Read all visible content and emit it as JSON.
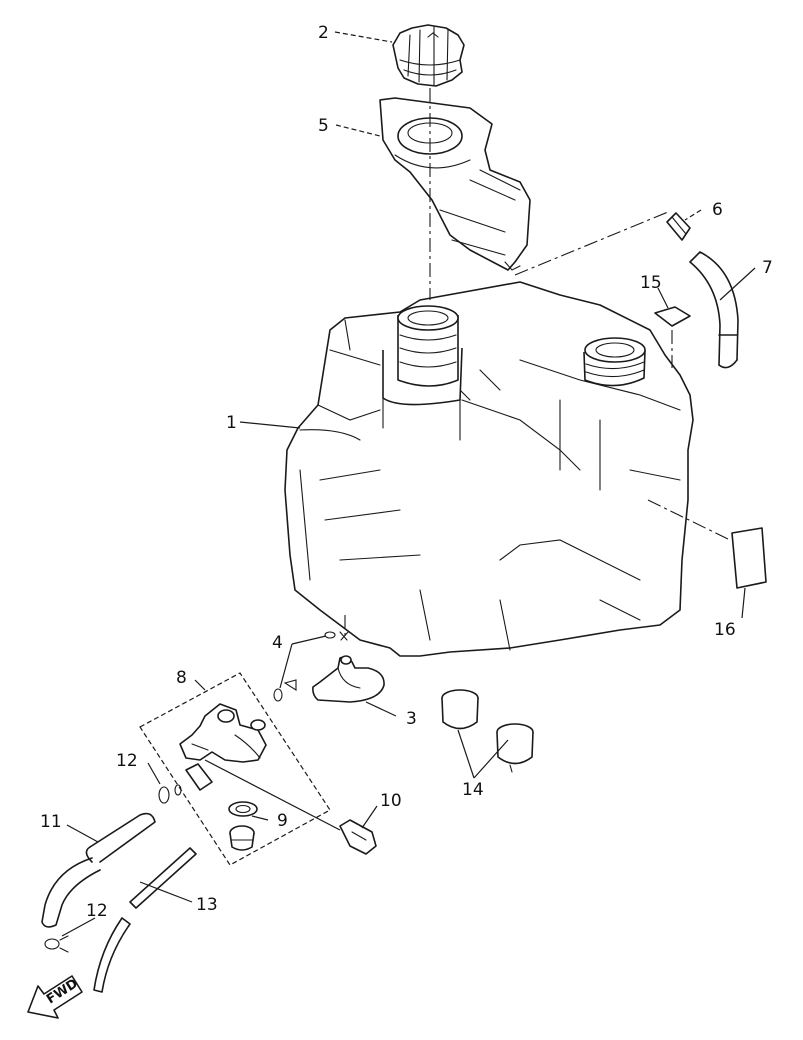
{
  "callouts": {
    "c1": "1",
    "c2": "2",
    "c3": "3",
    "c4": "4",
    "c5": "5",
    "c6": "6",
    "c7": "7",
    "c8": "8",
    "c9": "9",
    "c10": "10",
    "c11": "11",
    "c12a": "12",
    "c12b": "12",
    "c13": "13",
    "c14": "14",
    "c15": "15",
    "c16": "16"
  },
  "direction_label": "FWD",
  "colors": {
    "line": "#1a1a1a",
    "background": "#ffffff"
  }
}
